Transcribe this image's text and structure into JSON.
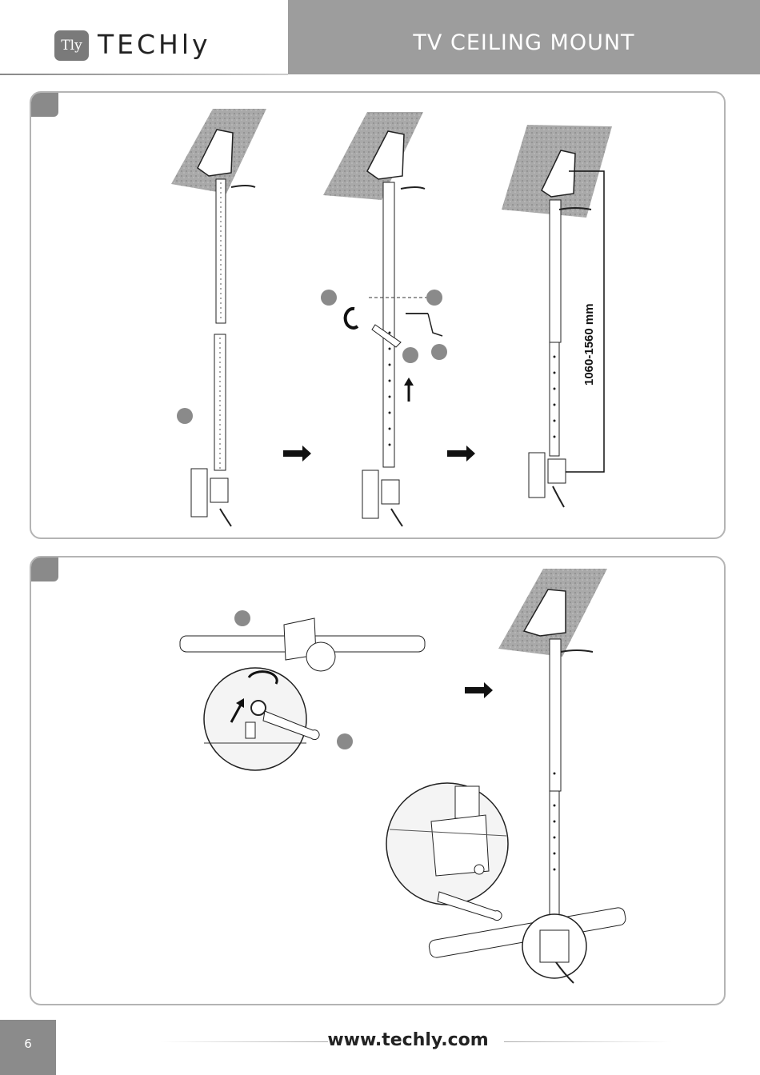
{
  "header": {
    "brand": "TECHly",
    "brand_mark": "Tly",
    "title": "TV CEILING MOUNT"
  },
  "step1": {
    "dimension_label": "1060-1560 mm"
  },
  "footer": {
    "page_number": "6",
    "url": "www.techly.com"
  },
  "colors": {
    "header_gray": "#9d9d9d",
    "panel_border": "#b4b4b4",
    "callout_gray": "#8a8a8a"
  }
}
